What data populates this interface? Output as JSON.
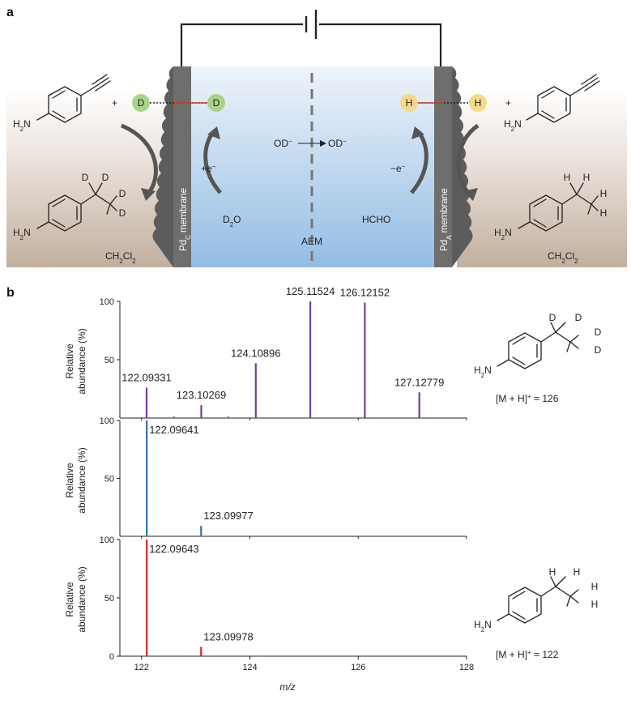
{
  "panel_a": {
    "letter": "a",
    "cathode": {
      "membrane": "Pd",
      "membrane_sub": "C",
      "membrane_suffix": " membrane",
      "atom": "D",
      "electron": "+e",
      "electron_sup": "−",
      "solvent": "D",
      "solvent_sub": "2",
      "solvent_suffix": "O",
      "organic": "CH",
      "organic_sub1": "2",
      "organic_mid": "Cl",
      "organic_sub2": "2"
    },
    "anode": {
      "membrane": "Pd",
      "membrane_sub": "A",
      "membrane_suffix": " membrane",
      "atom": "H",
      "electron": "−e",
      "electron_sup": "−",
      "solvent": "HCHO",
      "organic": "CH",
      "organic_sub1": "2",
      "organic_mid": "Cl",
      "organic_sub2": "2"
    },
    "ion_from": "OD",
    "ion_to": "OD",
    "ion_sup": "−",
    "separator": "AEM",
    "plus": "+",
    "amine_label": "H",
    "amine_sub": "2",
    "amine_n": "N",
    "deut_atom": "D",
    "prot_atom": "H",
    "colors": {
      "deuterium": "#a8d48a",
      "hydrogen": "#f7d98a",
      "membrane": "#6e6e6e",
      "electrolyte_top": "#e9f1f8",
      "electrolyte_bottom": "#97bfe4",
      "organic_top": "#ffffff",
      "organic_bottom": "#c6b4a5",
      "arrow": "#555555",
      "red_arrow": "#d43a2a"
    }
  },
  "panel_b": {
    "letter": "b",
    "ylabel_line1": "Relative",
    "ylabel_line2": "abundance (%)",
    "xlabel": "m/z",
    "structure_top": {
      "amine_label": "H",
      "amine_sub": "2",
      "amine_n": "N",
      "atom": "D",
      "ion_prefix": "[M + H]",
      "ion_sup": "+",
      "ion_suffix": " = 126"
    },
    "structure_bottom": {
      "amine_label": "H",
      "amine_sub": "2",
      "amine_n": "N",
      "atom": "H",
      "ion_prefix": "[M + H]",
      "ion_sup": "+",
      "ion_suffix": " = 122"
    }
  },
  "chart_data": [
    {
      "type": "bar",
      "color": "#7b3a99",
      "xlim": [
        121.6,
        128
      ],
      "ylim": [
        0,
        100
      ],
      "yticks": [
        50,
        100
      ],
      "peaks": [
        {
          "x": 122.09331,
          "y": 26,
          "label": "122.09331"
        },
        {
          "x": 123.10269,
          "y": 11,
          "label": "123.10269"
        },
        {
          "x": 124.10896,
          "y": 47,
          "label": "124.10896"
        },
        {
          "x": 125.11524,
          "y": 100,
          "label": "125.11524"
        },
        {
          "x": 126.12152,
          "y": 99,
          "label": "126.12152"
        },
        {
          "x": 127.12779,
          "y": 22,
          "label": "127.12779"
        }
      ],
      "minor_peaks": [
        {
          "x": 122.6,
          "y": 1.5
        },
        {
          "x": 123.6,
          "y": 1.5
        }
      ]
    },
    {
      "type": "bar",
      "color": "#2f6fa9",
      "xlim": [
        121.6,
        128
      ],
      "ylim": [
        0,
        100
      ],
      "yticks": [
        50,
        100
      ],
      "peaks": [
        {
          "x": 122.09641,
          "y": 100,
          "label": "122.09641"
        },
        {
          "x": 123.09977,
          "y": 9,
          "label": "123.09977"
        }
      ]
    },
    {
      "type": "bar",
      "color": "#d9261c",
      "xlim": [
        121.6,
        128
      ],
      "ylim": [
        0,
        100
      ],
      "yticks": [
        0,
        50,
        100
      ],
      "xticks": [
        122,
        124,
        126,
        128
      ],
      "peaks": [
        {
          "x": 122.09643,
          "y": 100,
          "label": "122.09643"
        },
        {
          "x": 123.09978,
          "y": 8,
          "label": "123.09978"
        }
      ]
    }
  ]
}
